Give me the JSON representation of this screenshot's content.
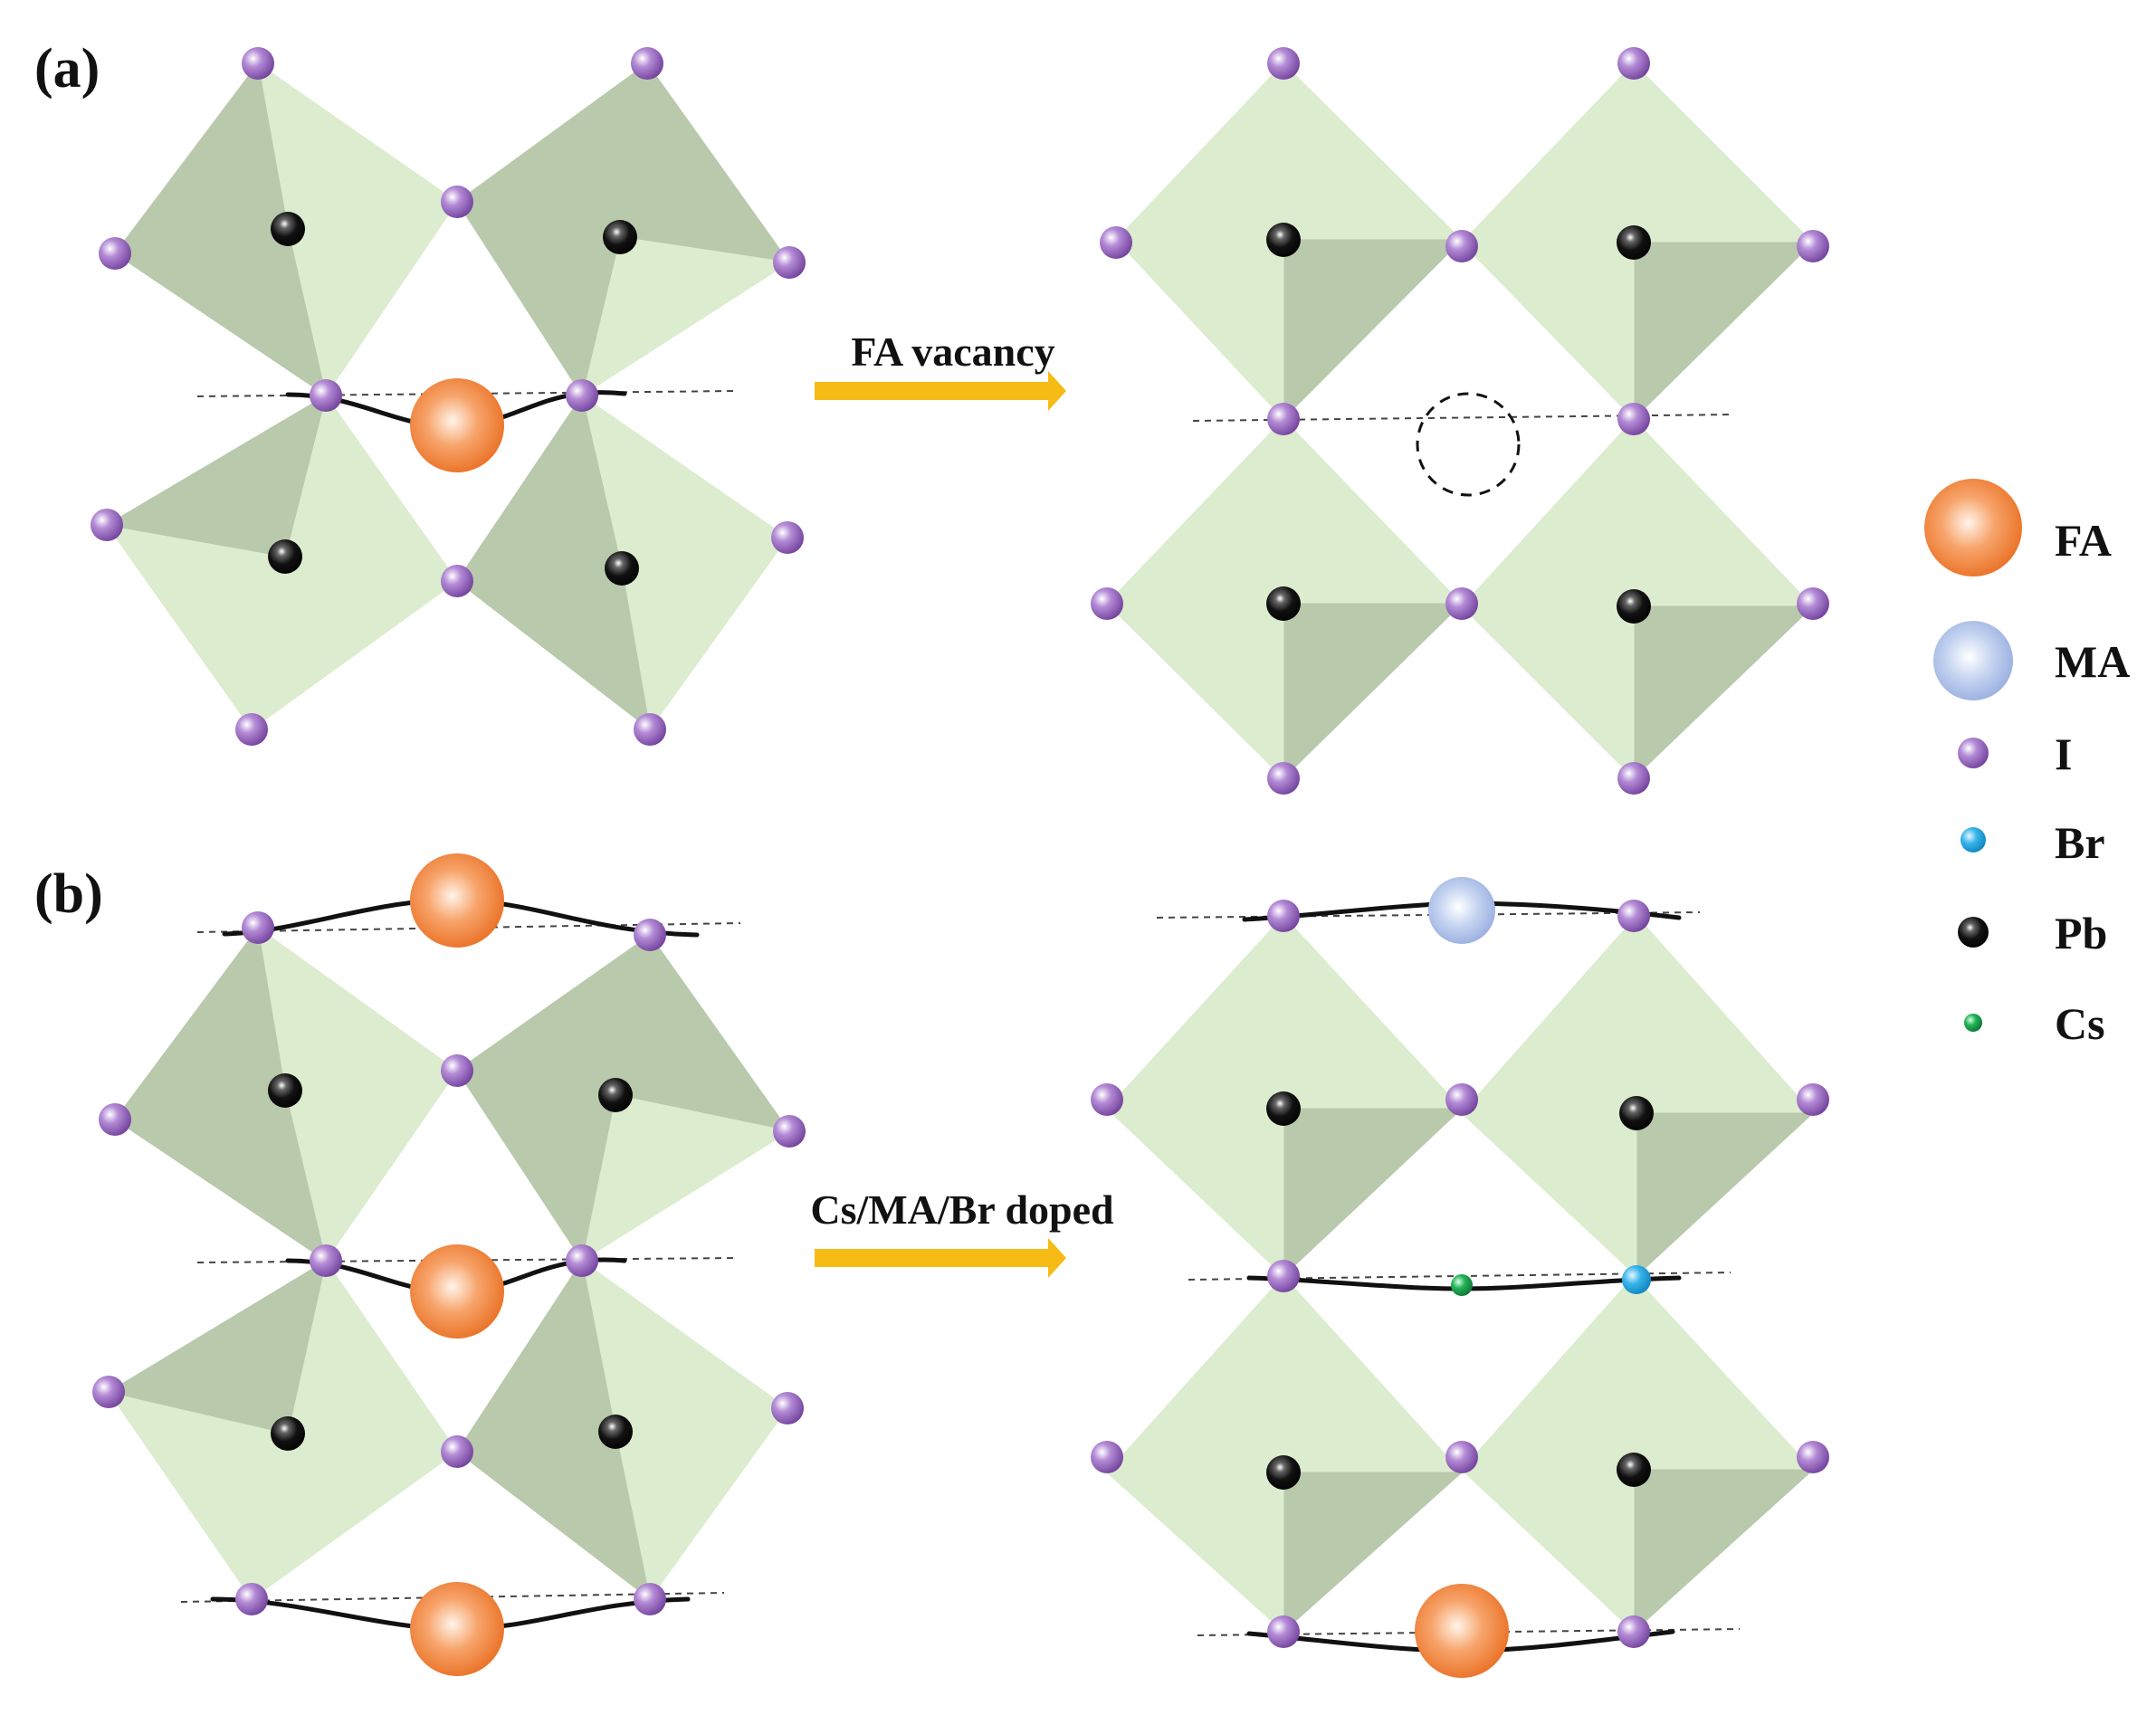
{
  "panels": {
    "a_label": "(a)",
    "b_label": "(b)"
  },
  "arrows": {
    "a_text": "FA vacancy",
    "b_text": "Cs/MA/Br doped"
  },
  "legend": [
    {
      "key": "fa",
      "label": "FA"
    },
    {
      "key": "ma",
      "label": "MA"
    },
    {
      "key": "i",
      "label": "I"
    },
    {
      "key": "br",
      "label": "Br"
    },
    {
      "key": "pb",
      "label": "Pb"
    },
    {
      "key": "cs",
      "label": "Cs"
    }
  ],
  "colors": {
    "fa": "#f07f36",
    "ma": "#a9bfe6",
    "i": "#8a55b5",
    "br": "#1ba3dd",
    "pb": "#111111",
    "cs": "#1a9a4a",
    "octa_light": "#dcecce",
    "octa_dark": "#b9c9ac",
    "arrow": "#f6bb14"
  }
}
